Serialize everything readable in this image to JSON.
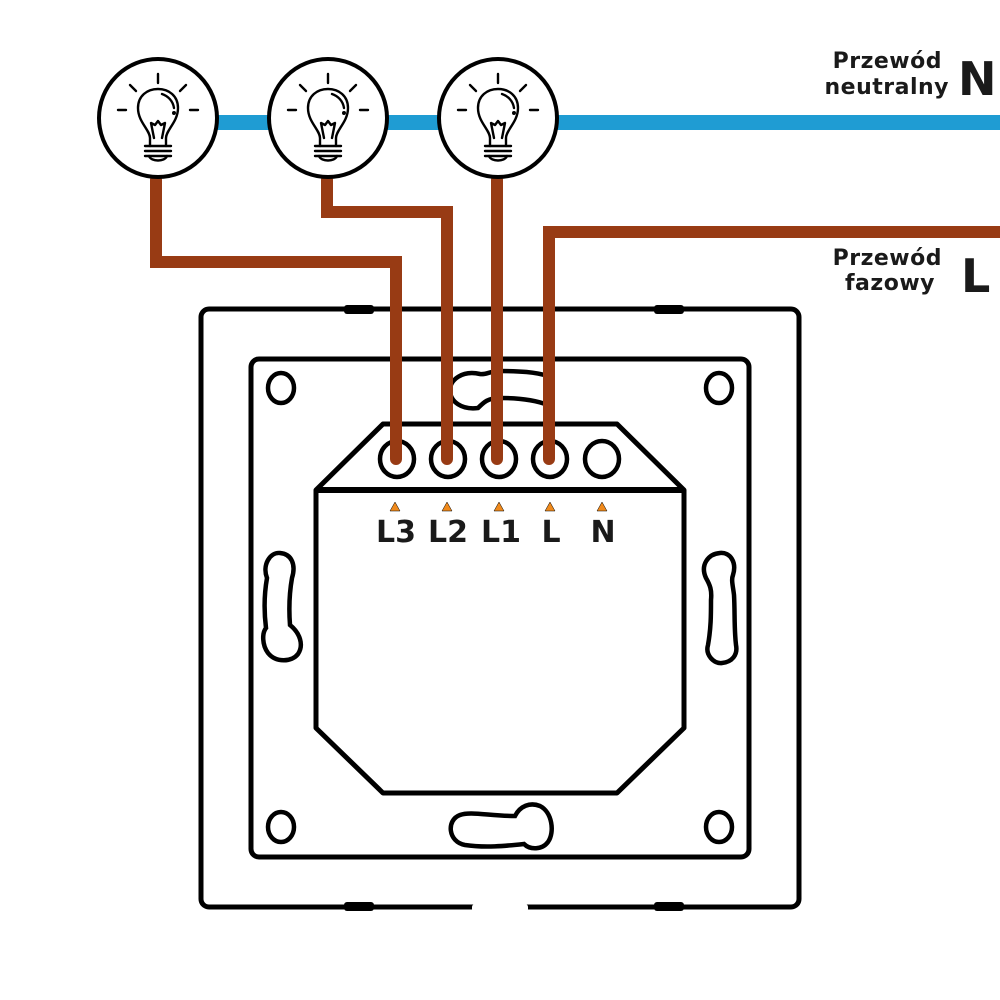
{
  "colors": {
    "neutral_wire": "#1f9cd3",
    "phase_wire": "#983b14",
    "outline": "#000000",
    "terminal_marker": "#f08a1c",
    "background": "#ffffff"
  },
  "wires": {
    "neutral": {
      "label_line1": "Przewód",
      "label_line2": "neutralny",
      "letter": "N"
    },
    "phase": {
      "label_line1": "Przewód",
      "label_line2": "fazowy",
      "letter": "L"
    }
  },
  "bulbs": [
    {
      "name": "bulb-1",
      "icon": "light-bulb-icon",
      "connected_terminal": "L3"
    },
    {
      "name": "bulb-2",
      "icon": "light-bulb-icon",
      "connected_terminal": "L2"
    },
    {
      "name": "bulb-3",
      "icon": "light-bulb-icon",
      "connected_terminal": "L1"
    }
  ],
  "terminals": [
    {
      "label": "L3",
      "wired": true
    },
    {
      "label": "L2",
      "wired": true
    },
    {
      "label": "L1",
      "wired": true
    },
    {
      "label": "L",
      "wired": true
    },
    {
      "label": "N",
      "wired": false
    }
  ]
}
